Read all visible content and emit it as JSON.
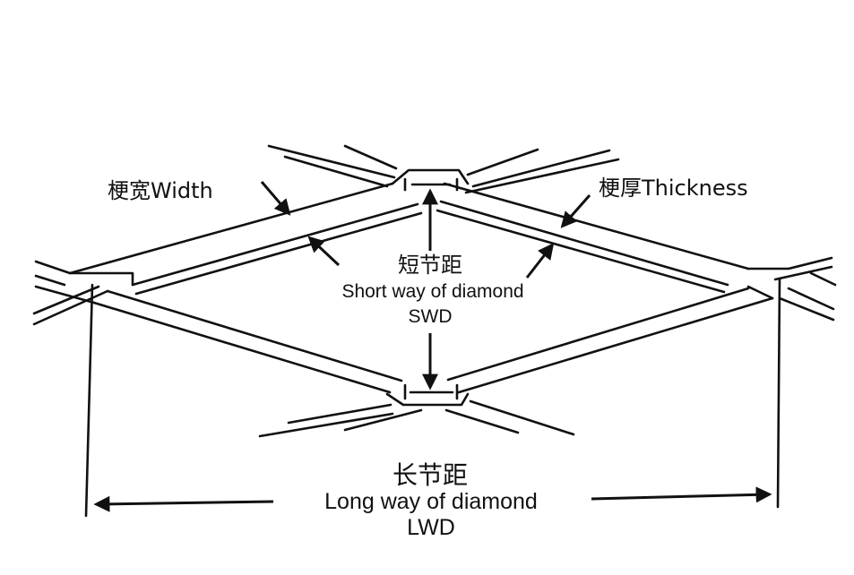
{
  "labels": {
    "width": "梗宽Width",
    "thickness": "梗厚Thickness",
    "swd_zh": "短节距",
    "swd_en": "Short way of diamond",
    "swd_abbr": "SWD",
    "lwd_zh": "长节距",
    "lwd_en": "Long way of diamond",
    "lwd_abbr": "LWD"
  },
  "colors": {
    "ink": "#111111",
    "background": "#ffffff"
  }
}
